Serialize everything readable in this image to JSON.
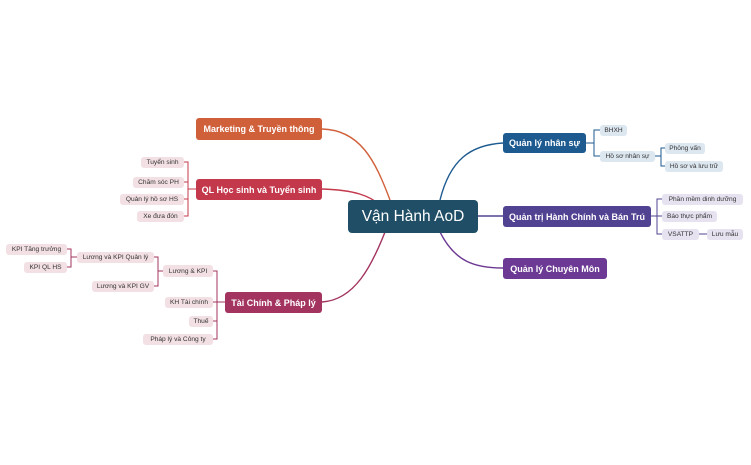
{
  "colors": {
    "center": "#1f4e66",
    "marketing": "#d0603a",
    "ql_hoc_sinh": "#c4384c",
    "tai_chinh": "#a3345f",
    "nhan_su": "#1d5a90",
    "hanh_chinh": "#524392",
    "chuyen_mon": "#6c3a94"
  },
  "center": {
    "label": "Vận Hành AoD"
  },
  "left": {
    "marketing": {
      "label": "Marketing & Truyền thông"
    },
    "ql_hoc_sinh": {
      "label": "QL Học sinh và Tuyển sinh",
      "children": [
        "Tuyển sinh",
        "Chăm sóc PH",
        "Quản lý hồ sơ HS",
        "Xe đưa đón"
      ]
    },
    "tai_chinh": {
      "label": "Tài Chính & Pháp lý",
      "luong_kpi": "Lương & KPI",
      "luong_kpi_quan_ly": "Lương và KPI Quản lý",
      "kpi_tang_truong": "KPI Tăng trưởng",
      "kpi_ql_hs": "KPI QL HS",
      "luong_kpi_gv": "Lương và KPI GV",
      "kh_tai_chinh": "KH Tài chính",
      "thue": "Thuế",
      "phap_ly": "Pháp lý và Công ty"
    }
  },
  "right": {
    "nhan_su": {
      "label": "Quản lý nhân sự",
      "bhxh": "BHXH",
      "ho_so_nhan_su": "Hồ sơ nhân sự",
      "phong_van": "Phỏng vấn",
      "ho_so_luu_tru": "Hồ sơ và lưu trữ"
    },
    "hanh_chinh": {
      "label": "Quản trị Hành Chính và Bán Trú",
      "phan_mem": "Phần mềm dinh dưỡng",
      "bao_thuc_pham": "Báo thực phẩm",
      "vsattp": "VSATTP",
      "luu_mau": "Lưu mẫu"
    },
    "chuyen_mon": {
      "label": "Quản lý Chuyên Môn"
    }
  }
}
